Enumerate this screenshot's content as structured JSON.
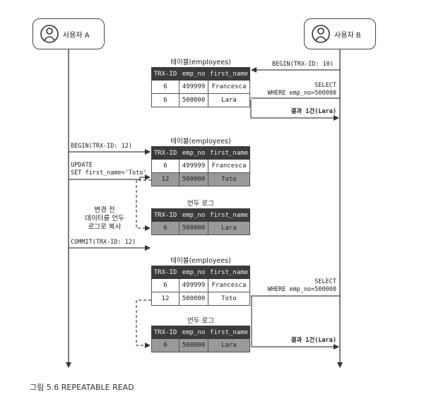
{
  "actors": {
    "a": "사용자 A",
    "b": "사용자 B"
  },
  "columns": [
    "TRX-ID",
    "emp_no",
    "first_name"
  ],
  "tables": {
    "t1": {
      "caption": "테이블(employees)",
      "rows": [
        [
          "6",
          "499999",
          "Francesca"
        ],
        [
          "6",
          "500000",
          "Lara"
        ]
      ]
    },
    "t2": {
      "caption": "테이블(employees)",
      "rows": [
        [
          "6",
          "499999",
          "Francesca"
        ],
        [
          "12",
          "500000",
          "Toto"
        ]
      ]
    },
    "t3": {
      "caption": "언두 로그",
      "rows": [
        [
          "6",
          "500000",
          "Lara"
        ]
      ]
    },
    "t4": {
      "caption": "테이블(employees)",
      "rows": [
        [
          "6",
          "499999",
          "Francesca"
        ],
        [
          "12",
          "500000",
          "Toto"
        ]
      ]
    },
    "t5": {
      "caption": "언두 로그",
      "rows": [
        [
          "6",
          "500000",
          "Lara"
        ]
      ]
    }
  },
  "messages": {
    "b_begin": "BEGIN(TRX-ID: 10)",
    "b_select1_l1": "SELECT",
    "b_select1_l2": "WHERE emp_no=500000",
    "b_result1": "결과 1건(Lara)",
    "a_begin": "BEGIN(TRX-ID: 12)",
    "a_update_l1": "UPDATE",
    "a_update_l2": "SET first_name='Toto'",
    "a_note_l1": "변경 전",
    "a_note_l2": "데이터를 언두",
    "a_note_l3": "로그로 복사",
    "a_commit": "COMMIT(TRX-ID: 12)",
    "b_select2_l1": "SELECT",
    "b_select2_l2": "WHERE emp_no=500000",
    "b_result2": "결과 1건(Lara)"
  },
  "caption": "그림 5.6 REPEATABLE READ"
}
